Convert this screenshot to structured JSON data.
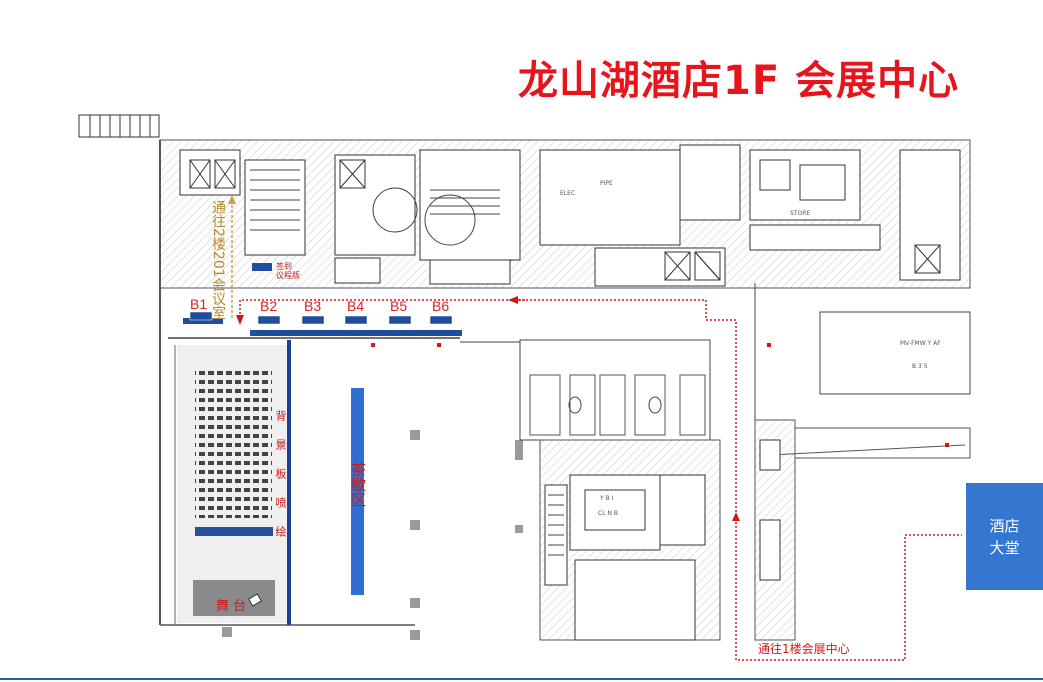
{
  "title": "龙山湖酒店1F 会展中心",
  "booths": [
    {
      "id": "B1"
    },
    {
      "id": "B2"
    },
    {
      "id": "B3"
    },
    {
      "id": "B4"
    },
    {
      "id": "B5"
    },
    {
      "id": "B6"
    }
  ],
  "labels": {
    "to_meeting_room": "通往2楼201会议室",
    "tea_break": "茶歇区",
    "backdrop": "背景板喷绘",
    "stage": "舞 台",
    "lobby_line1": "酒店",
    "lobby_line2": "大堂",
    "to_exhibition_center": "通往1楼会展中心",
    "signin": "签到",
    "signin_line2": "议程版"
  },
  "colors": {
    "title": "#e8141b",
    "route": "#d01818",
    "arrow_gold": "#b98b2f",
    "lobby": "#3477d0",
    "booth_blue": "#1f4e9c"
  },
  "icons": {
    "route": "dotted-route-line",
    "route_arrow": "arrow-icon"
  }
}
